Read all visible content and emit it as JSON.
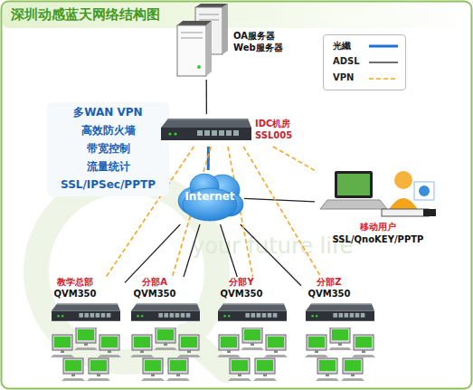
{
  "diagram": {
    "title": "深圳动感蓝天网络结构图",
    "nodes": [
      {
        "text": [
          "OA服务器 Web服务器"
        ]
      },
      {
        "text": [
          "多WAN VPN",
          "高效防火墙",
          "带宽控制",
          "流量统计",
          "SSL/IPSec/PPTP"
        ]
      },
      {
        "text": [
          "IDC机房 SSL005"
        ]
      },
      {
        "text": [
          "Internet"
        ]
      },
      {
        "text": [
          "移动用户",
          "SSL/QnoKEY/PPTP"
        ]
      },
      {
        "text": [
          "教学总部",
          "QVM350"
        ]
      },
      {
        "text": [
          "分部A",
          "QVM350"
        ]
      },
      {
        "text": [
          "分部Y",
          "QVM350"
        ]
      },
      {
        "text": [
          "分部Z",
          "QVM350"
        ]
      }
    ],
    "edges": [
      {
        "from": 0,
        "to": 2,
        "arrow": "none"
      },
      {
        "from": 2,
        "to": 3,
        "arrow": "none"
      },
      {
        "from": 3,
        "to": 5,
        "arrow": "none"
      },
      {
        "from": 3,
        "to": 6,
        "arrow": "none"
      },
      {
        "from": 3,
        "to": 7,
        "arrow": "none"
      },
      {
        "from": 3,
        "to": 8,
        "arrow": "none"
      },
      {
        "from": 3,
        "to": 4,
        "arrow": "none"
      },
      {
        "from": 2,
        "to": 5,
        "arrow": "none"
      },
      {
        "from": 2,
        "to": 6,
        "arrow": "none"
      },
      {
        "from": 2,
        "to": 7,
        "arrow": "none"
      },
      {
        "from": 2,
        "to": 8,
        "arrow": "none"
      },
      {
        "from": 2,
        "to": 4,
        "arrow": "none"
      }
    ],
    "labels": [
      "your future life"
    ],
    "legend": [
      {
        "text": "光纖"
      },
      {
        "text": "ADSL"
      },
      {
        "text": "VPN"
      }
    ]
  }
}
